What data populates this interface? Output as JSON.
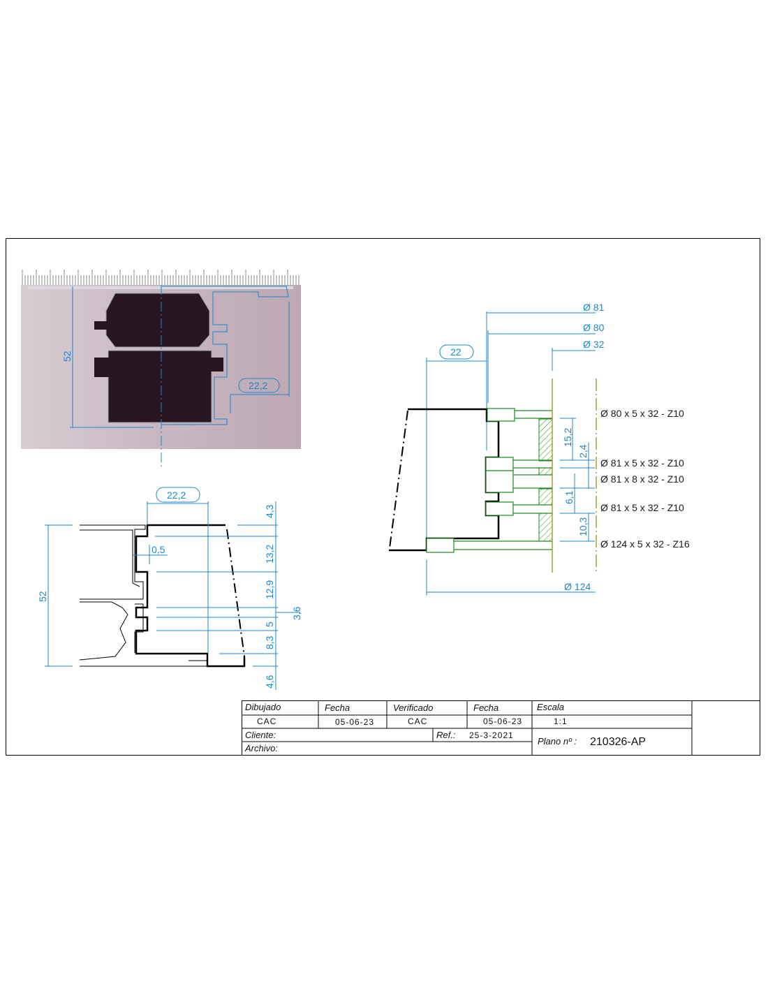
{
  "photo_view": {
    "dim_height": "52",
    "dim_width": "22,2"
  },
  "section_view": {
    "dim_width": "22,2",
    "dim_height": "52",
    "dim_gap": "0,5",
    "stack_dims": [
      "4,3",
      "13,2",
      "12,9",
      "3,6",
      "5",
      "8,3",
      "4,6"
    ]
  },
  "tool_view": {
    "diameters": [
      "Ø 81",
      "Ø 80",
      "Ø 32",
      "Ø 124"
    ],
    "dim_22": "22",
    "vertical_dims": [
      "15,2",
      "2,4",
      "6,1",
      "10,3"
    ],
    "cutters": [
      "Ø 80 x 5 x 32 - Z10",
      "Ø 81 x 5 x 32 - Z10",
      "Ø 81 x 8 x 32 - Z10",
      "Ø 81 x 5 x 32 - Z10",
      "Ø 124 x 5 x 32 - Z16"
    ]
  },
  "title_block": {
    "dibujado_label": "Dibujado",
    "dibujado": "CAC",
    "fecha1_label": "Fecha",
    "fecha1": "05-06-23",
    "verificado_label": "Verificado",
    "verificado": "CAC",
    "fecha2_label": "Fecha",
    "fecha2": "05-06-23",
    "escala_label": "Escala",
    "escala": "1:1",
    "cliente_label": "Cliente:",
    "ref_label": "Ref.:",
    "ref": "25-3-2021",
    "archivo_label": "Archivo:",
    "plano_label": "Plano nº :",
    "plano": "210326-AP"
  },
  "colors": {
    "dimension": "#1a87cf",
    "tool": "#1d8a1d",
    "axis": "#8a8a10",
    "photo_bg": "#c9b7c0"
  }
}
